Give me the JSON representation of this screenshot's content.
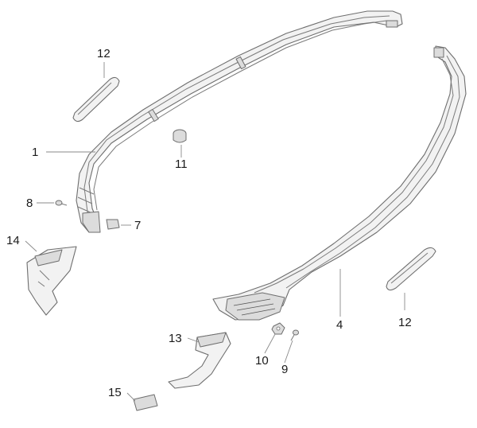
{
  "colors": {
    "background": "#ffffff",
    "line": "#6e6e6e",
    "fill": "#f2f2f2",
    "label": "#1a1a1a"
  },
  "callouts": {
    "p1": "1",
    "p4": "4",
    "p7": "7",
    "p8": "8",
    "p9": "9",
    "p10": "10",
    "p11": "11",
    "p12a": "12",
    "p12b": "12",
    "p13": "13",
    "p14": "14",
    "p15": "15"
  }
}
